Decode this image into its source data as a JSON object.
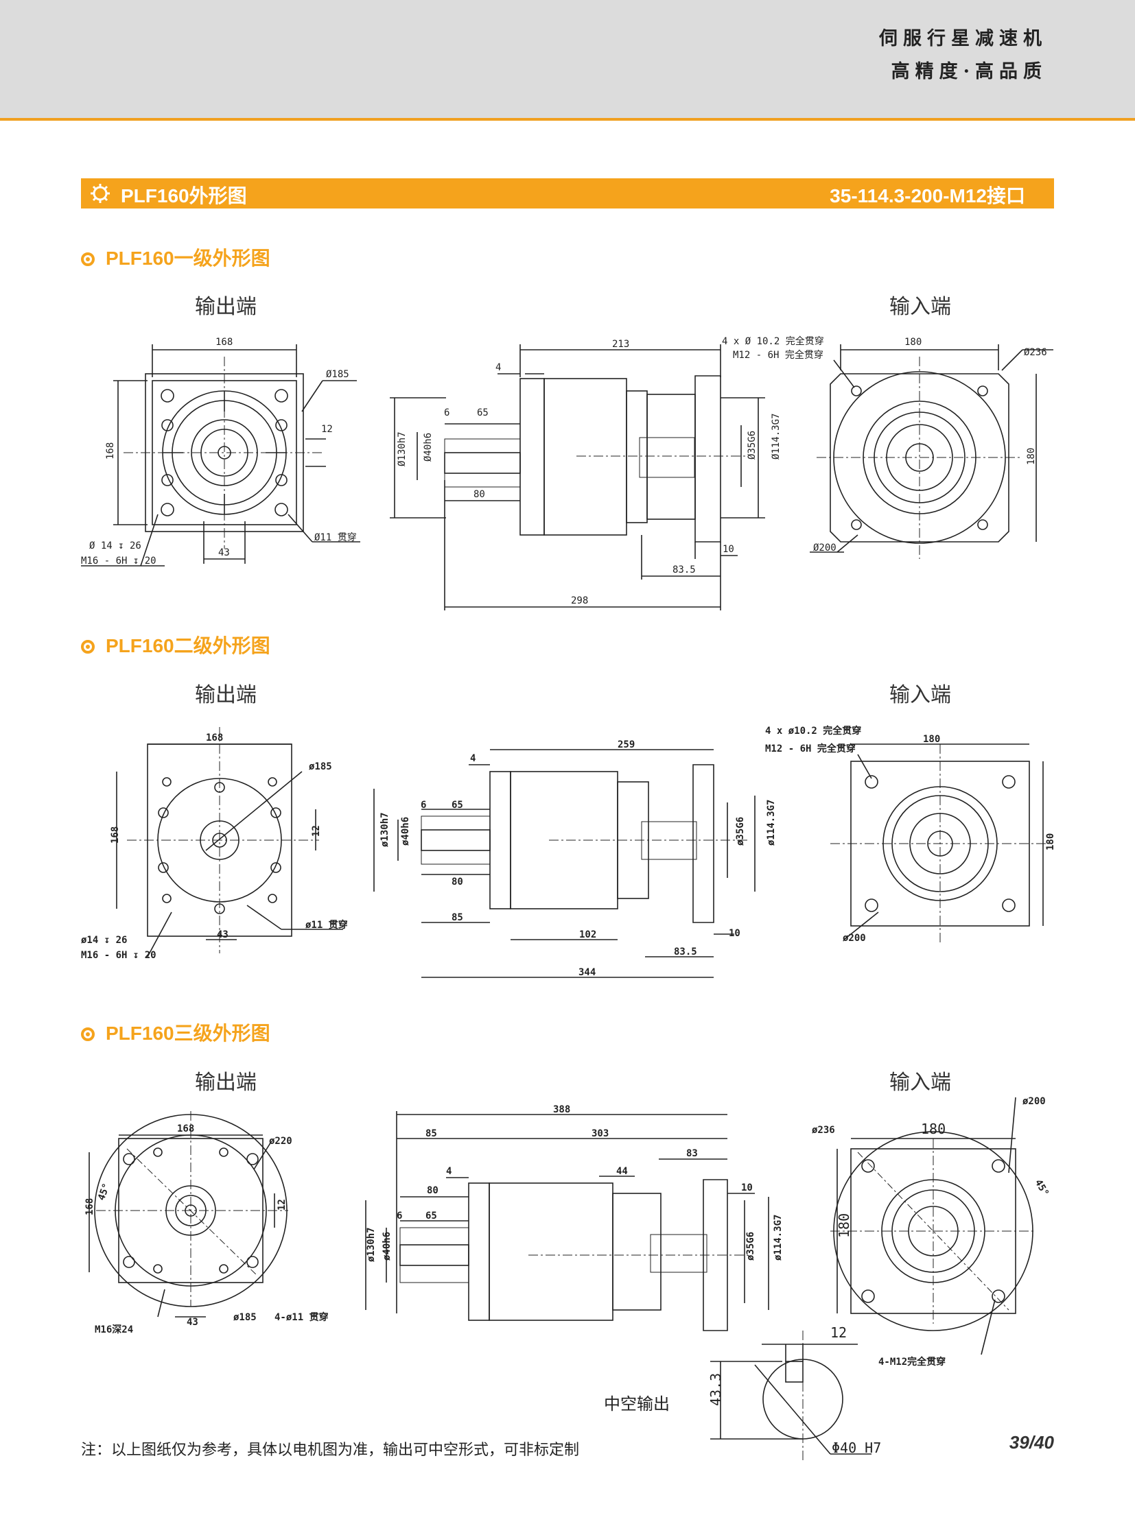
{
  "header": {
    "slogan_line1": "伺服行星减速机",
    "slogan_line2": "高精度·高品质"
  },
  "title_bar": {
    "left": "PLF160外形图",
    "right": "35-114.3-200-M12接口",
    "icon": "gear-icon"
  },
  "sections": [
    {
      "title": "PLF160一级外形图",
      "output_label": "输出端",
      "input_label": "输入端",
      "dims": {
        "a168": "168",
        "a185": "Ø185",
        "a12": "12",
        "a43": "43",
        "a11": "Ø11 贯穿",
        "a14": "Ø 14 ↧ 26",
        "m16": "M16 - 6H ↧ 20",
        "d213": "213",
        "d4": "4",
        "d6": "6",
        "d65": "65",
        "d80": "80",
        "d130": "Ø130h7",
        "d40": "Ø40h6",
        "d35": "Ø35G6",
        "d114": "Ø114.3G7",
        "d10": "10",
        "d835": "83.5",
        "d298": "298",
        "b180": "180",
        "b236": "Ø236",
        "b180v": "180",
        "b200": "Ø200",
        "bhole1": "4 x Ø 10.2 完全贯穿",
        "bhole2": "M12 - 6H 完全贯穿"
      }
    },
    {
      "title": "PLF160二级外形图",
      "output_label": "输出端",
      "input_label": "输入端",
      "dims": {
        "a168": "168",
        "a185": "ø185",
        "a12": "12",
        "a43": "43",
        "a11": "ø11 贯穿",
        "a14": "ø14 ↧ 26",
        "m16": "M16 - 6H ↧ 20",
        "a168v": "168",
        "d259": "259",
        "d4": "4",
        "d6": "6",
        "d65": "65",
        "d80": "80",
        "d85": "85",
        "d102": "102",
        "d130": "ø130h7",
        "d40": "ø40h6",
        "d35": "ø35G6",
        "d114": "ø114.3G7",
        "d10": "10",
        "d835": "83.5",
        "d344": "344",
        "b180": "180",
        "b180v": "180",
        "b200": "ø200",
        "bhole1": "4 x ø10.2 完全贯穿",
        "bhole2": "M12 - 6H 完全贯穿"
      }
    },
    {
      "title": "PLF160三级外形图",
      "output_label": "输出端",
      "input_label": "输入端",
      "dims": {
        "a168": "168",
        "a220": "ø220",
        "a45": "45°",
        "a12": "12",
        "a168v": "168",
        "a43": "43",
        "a185": "ø185",
        "a11": "4-ø11 贯穿",
        "m16": "M16深24",
        "d388": "388",
        "d85": "85",
        "d303": "303",
        "d83": "83",
        "d44": "44",
        "d4": "4",
        "d80": "80",
        "d10": "10",
        "d6": "6",
        "d65": "65",
        "d130": "ø130h7",
        "d40": "ø40h6",
        "d35": "ø35G6",
        "d114": "ø114.3G7",
        "b236": "ø236",
        "b180": "180",
        "b200": "ø200",
        "b45": "45°",
        "b180v": "180",
        "bm12": "4-M12完全贯穿",
        "h12": "12",
        "h433": "43.3",
        "h40": "Φ40 H7",
        "hollow": "中空输出"
      }
    }
  ],
  "footer": {
    "note": "注：以上图纸仅为参考，具体以电机图为准，输出可中空形式，可非标定制",
    "page": "39/40"
  }
}
